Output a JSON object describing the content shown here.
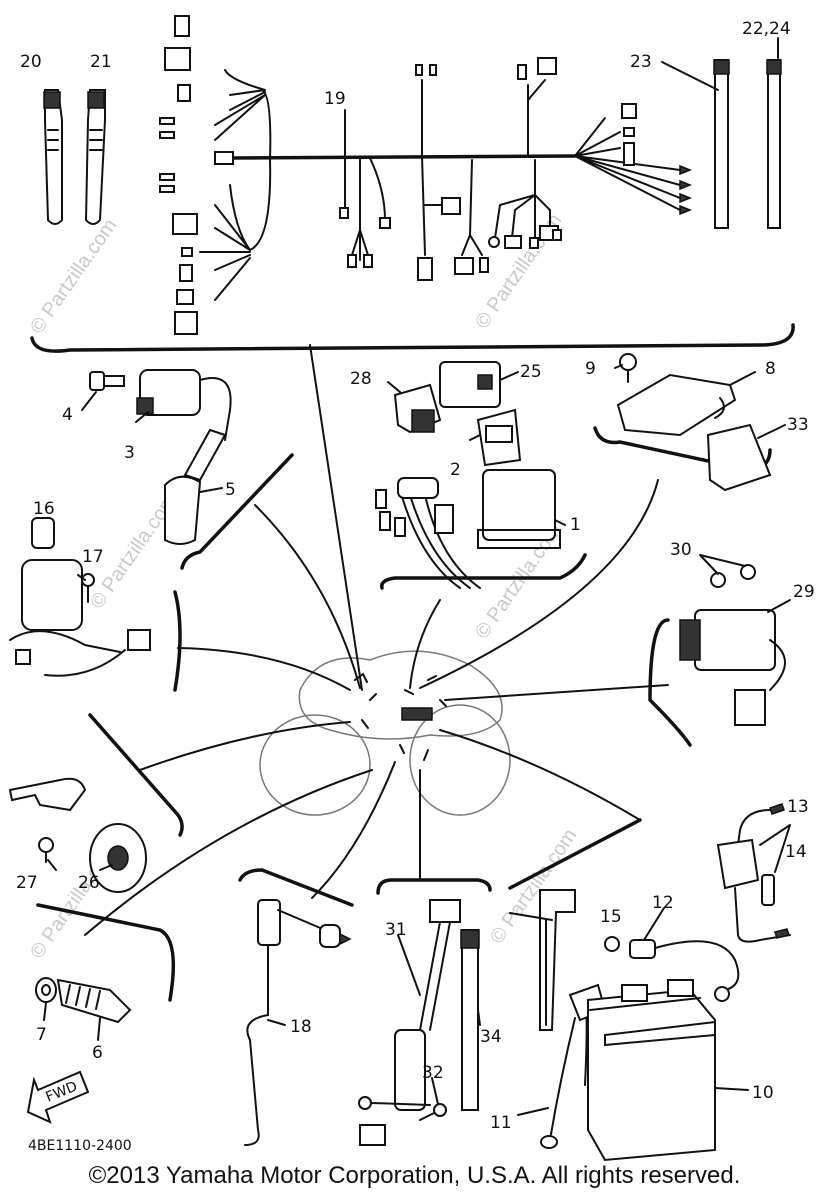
{
  "watermark": "© Partzilla.com",
  "diagram_code": "4BE1110-2400",
  "fwd_label": "FWD",
  "copyright": "©2013 Yamaha Motor Corporation, U.S.A. All rights reserved.",
  "callouts": {
    "c1": "1",
    "c2": "2",
    "c3": "3",
    "c4": "4",
    "c5": "5",
    "c6": "6",
    "c7": "7",
    "c8": "8",
    "c9": "9",
    "c10": "10",
    "c11": "11",
    "c12": "12",
    "c13": "13",
    "c14": "14",
    "c15": "15",
    "c16": "16",
    "c17": "17",
    "c18": "18",
    "c19": "19",
    "c20": "20",
    "c21": "21",
    "c22_24": "22,24",
    "c23": "23",
    "c25": "25",
    "c26": "26",
    "c27": "27",
    "c28": "28",
    "c29": "29",
    "c30": "30",
    "c31": "31",
    "c32": "32",
    "c33": "33",
    "c34": "34"
  }
}
